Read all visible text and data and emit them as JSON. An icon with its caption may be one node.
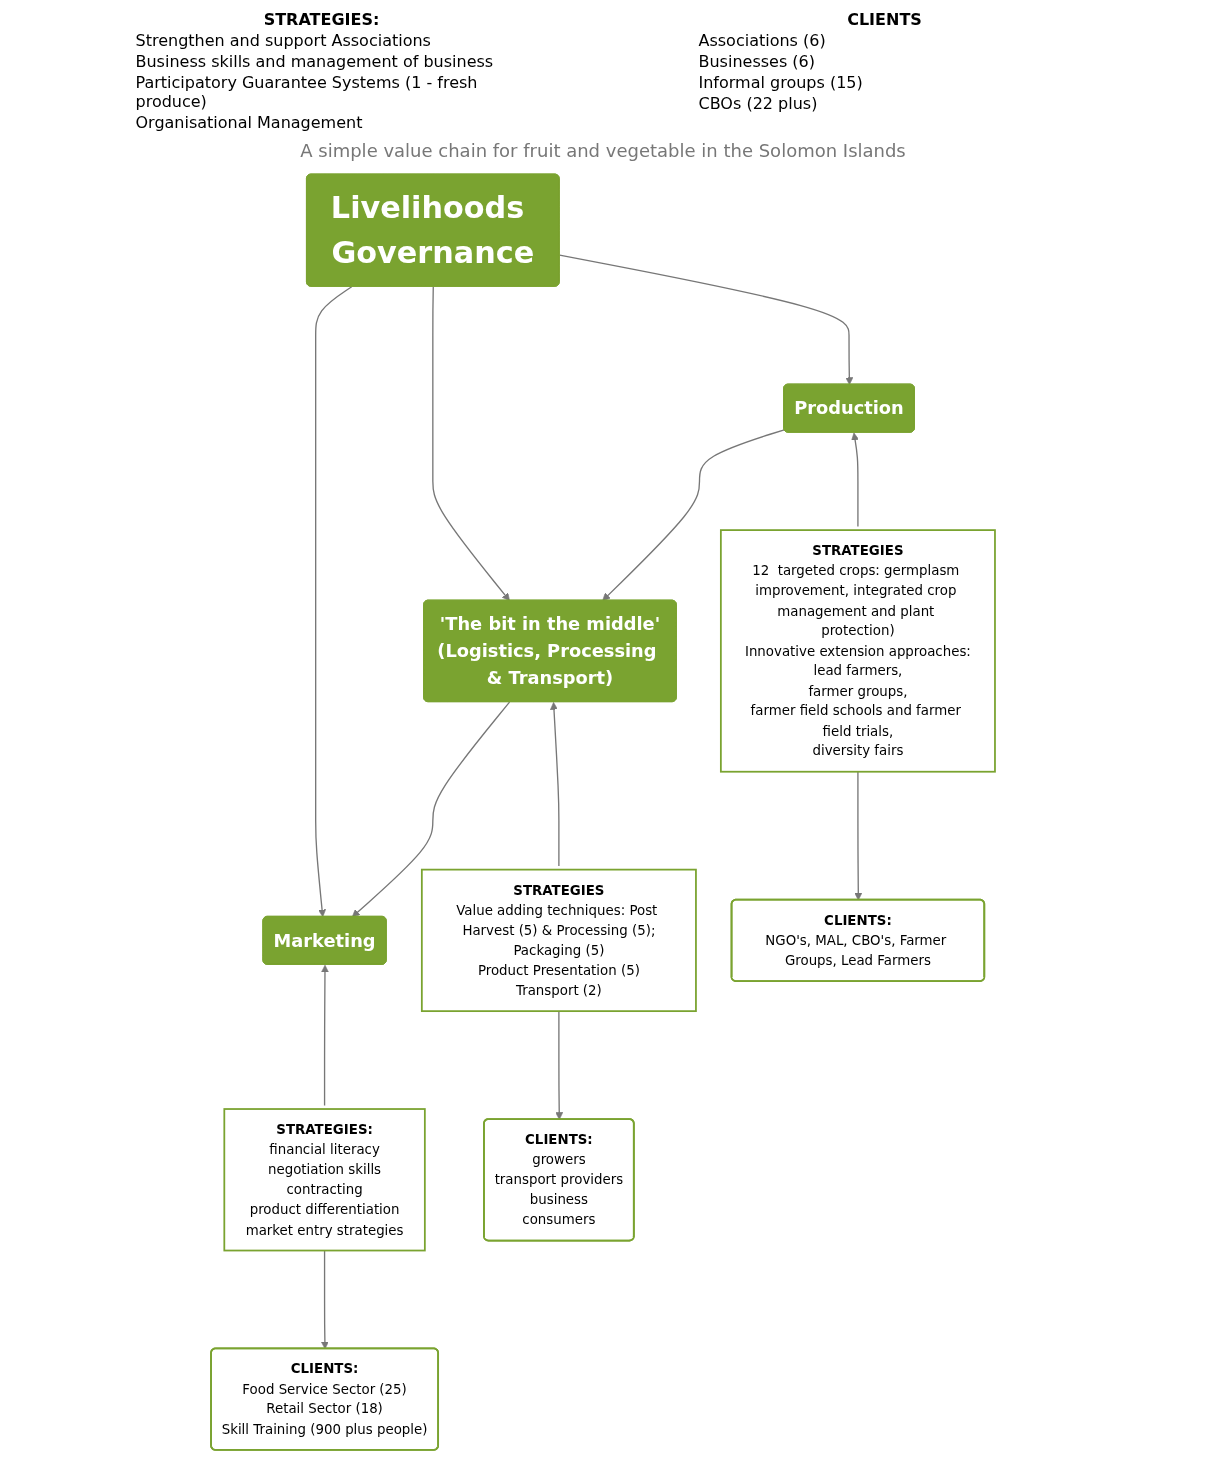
{
  "diagram": {
    "nodes": [
      {
        "text": [
          "Livelihoods Governance"
        ]
      },
      {
        "text": [
          "Production"
        ]
      },
      {
        "text": [
          "'The bit in the middle'",
          "(Logistics, Processing & Transport)"
        ]
      },
      {
        "text": [
          "Marketing"
        ]
      },
      {
        "text": [
          "STRATEGIES",
          "12  targeted crops: germplasm improvement, integrated crop management and plant protection)",
          "Innovative extension approaches:",
          "lead farmers,",
          "farmer groups,",
          "farmer field schools and farmer field trials,",
          "diversity fairs"
        ]
      },
      {
        "text": [
          "STRATEGIES",
          "Value adding techniques: Post Harvest (5) & Processing (5);",
          "Packaging (5)",
          "Product Presentation (5)",
          "Transport (2)"
        ]
      },
      {
        "text": [
          "STRATEGIES:",
          "financial literacy",
          "negotiation skills",
          "contracting",
          "product differentiation",
          "market entry strategies"
        ]
      },
      {
        "text": [
          "CLIENTS:",
          "NGO's, MAL, CBO's, Farmer Groups, Lead Farmers"
        ]
      },
      {
        "text": [
          "CLIENTS:",
          "growers",
          "transport providers",
          "business",
          "consumers"
        ]
      },
      {
        "text": [
          "CLIENTS:",
          "Food Service Sector (25)",
          "Retail Sector (18)",
          "Skill Training (900 plus people)"
        ]
      }
    ],
    "edges": [
      {
        "from": 0,
        "to": 1,
        "arrow": "to"
      },
      {
        "from": 0,
        "to": 2,
        "arrow": "to"
      },
      {
        "from": 0,
        "to": 3,
        "arrow": "to"
      },
      {
        "from": 1,
        "to": 2,
        "arrow": "to"
      },
      {
        "from": 2,
        "to": 3,
        "arrow": "to"
      },
      {
        "from": 4,
        "to": 1,
        "arrow": "to"
      },
      {
        "from": 5,
        "to": 2,
        "arrow": "to"
      },
      {
        "from": 6,
        "to": 3,
        "arrow": "to"
      },
      {
        "from": 4,
        "to": 7,
        "arrow": "to"
      },
      {
        "from": 5,
        "to": 8,
        "arrow": "to"
      },
      {
        "from": 6,
        "to": 9,
        "arrow": "to"
      }
    ],
    "labels": [
      "STRATEGIES:",
      "Strengthen and support Associations",
      "Business skills and management of business",
      "Participatory Guarantee Systems (1 - fresh produce)",
      "Organisational Management",
      "CLIENTS",
      "Associations (6)",
      "Businesses (6)",
      "Informal groups (15)",
      "CBOs (22 plus)",
      "A simple value chain for fruit and vegetable in the Solomon Islands"
    ]
  }
}
